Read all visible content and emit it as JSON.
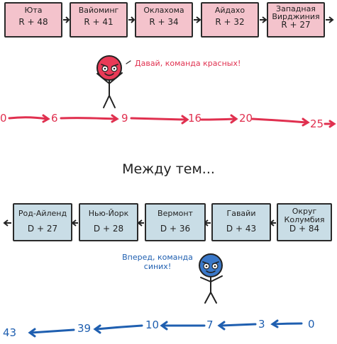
{
  "red_team": {
    "states": [
      {
        "name": "Юта",
        "value": "R + 48"
      },
      {
        "name": "Вайоминг",
        "value": "R + 41"
      },
      {
        "name": "Оклахома",
        "value": "R + 34"
      },
      {
        "name": "Айдахо",
        "value": "R + 32"
      },
      {
        "name": "Западная Вирджиния",
        "value": "R + 27"
      }
    ],
    "cheer": "Давай, команда красных!",
    "totals": [
      "0",
      "6",
      "9",
      "16",
      "20",
      "25"
    ],
    "color": "#e0304f"
  },
  "meanwhile": "Между тем...",
  "blue_team": {
    "states": [
      {
        "name": "Род-Айленд",
        "value": "D + 27"
      },
      {
        "name": "Нью-Йорк",
        "value": "D + 28"
      },
      {
        "name": "Вермонт",
        "value": "D + 36"
      },
      {
        "name": "Гавайи",
        "value": "D + 43"
      },
      {
        "name": "Округ Колумбия",
        "value": "D + 84"
      }
    ],
    "cheer": "Вперед, команда синих!",
    "totals": [
      "43",
      "39",
      "10",
      "7",
      "3",
      "0"
    ],
    "color": "#1f5fb0"
  }
}
